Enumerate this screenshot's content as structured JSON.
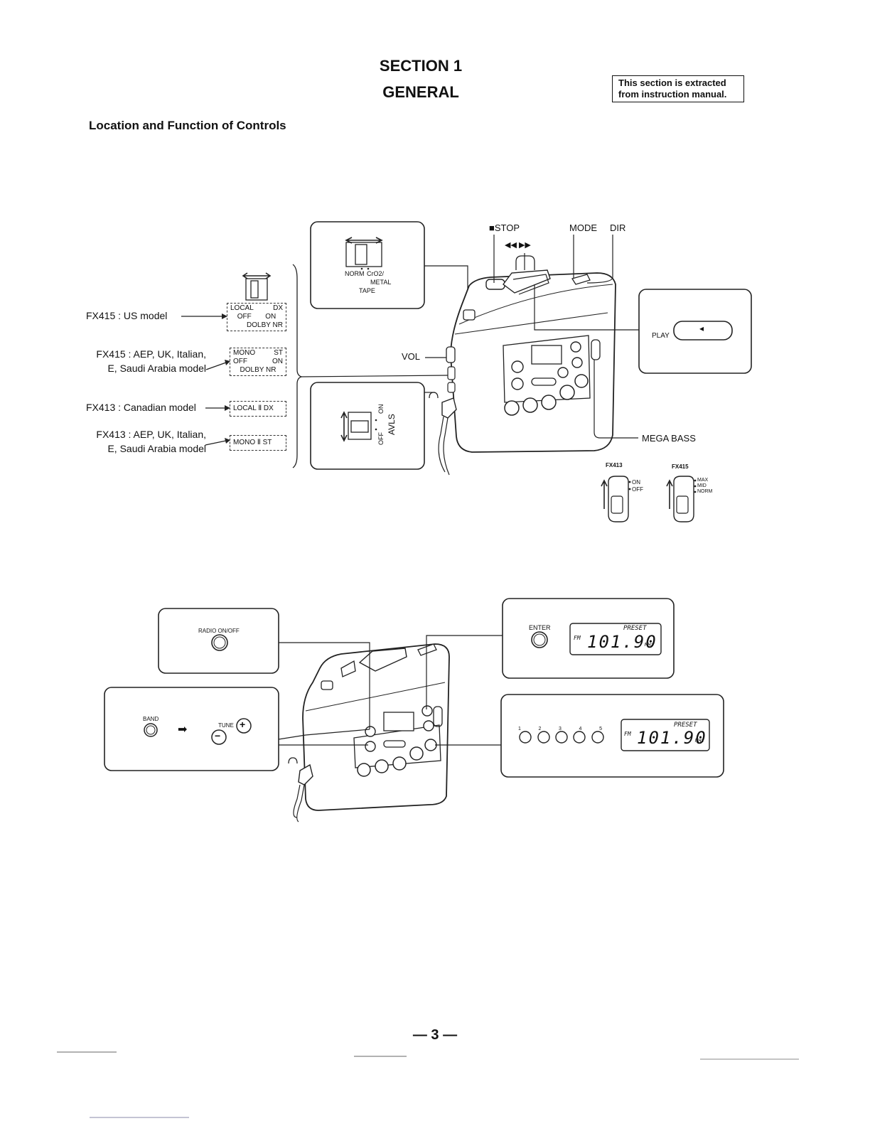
{
  "header": {
    "section": "SECTION 1",
    "title": "GENERAL",
    "notice_line1": "This section is extracted",
    "notice_line2": "from instruction manual.",
    "subtitle": "Location and Function of Controls"
  },
  "figure1": {
    "model_labels": {
      "fx415_us": "FX415 : US model",
      "fx415_aep_1": "FX415 : AEP, UK, Italian,",
      "fx415_aep_2": "E, Saudi Arabia model",
      "fx413_ca": "FX413 : Canadian model",
      "fx413_aep_1": "FX413 : AEP, UK, Italian,",
      "fx413_aep_2": "E, Saudi Arabia model"
    },
    "switch_us": {
      "top_left": "LOCAL",
      "top_right": "DX",
      "mid_left": "OFF",
      "mid_right": "ON",
      "bottom": "DOLBY NR"
    },
    "switch_aep": {
      "top_left": "MONO",
      "top_right": "ST",
      "mid_left": "OFF",
      "mid_right": "ON",
      "bottom": "DOLBY NR"
    },
    "switch_ca": "LOCAL Ⅱ DX",
    "switch_aep413": "MONO Ⅱ ST",
    "tape_box": {
      "norm": "NORM",
      "cro2": "CrO2/",
      "metal": "METAL",
      "tape": "TAPE"
    },
    "avls_box": {
      "on": "ON",
      "off": "OFF",
      "name": "AVLS"
    },
    "callouts": {
      "stop": "■STOP",
      "mode": "MODE",
      "dir": "DIR",
      "ff_rew": "◀◀ ▶▶",
      "vol": "VOL",
      "mega_bass": "MEGA BASS"
    },
    "play_box": {
      "label": "PLAY",
      "arrow": "◂"
    },
    "bass_switches": {
      "fx413": {
        "model": "FX413",
        "on": "ON",
        "off": "OFF"
      },
      "fx415": {
        "model": "FX415",
        "max": "MAX",
        "mid": "MID",
        "norm": "NORM"
      }
    }
  },
  "figure2": {
    "radio_box": {
      "label": "RADIO ON/OFF"
    },
    "band_box": {
      "band": "BAND",
      "tune": "TUNE",
      "plus": "+",
      "minus": "−",
      "arrow": "➡"
    },
    "enter_box": {
      "enter": "ENTER",
      "fm": "FM",
      "freq": "101.90",
      "unit": "MHz",
      "preset": "PRESET"
    },
    "preset_box": {
      "buttons": [
        "1",
        "2",
        "3",
        "4",
        "5"
      ],
      "fm": "FM",
      "freq": "101.90",
      "unit": "MHz",
      "preset": "PRESET"
    }
  },
  "page_number": "— 3 —"
}
